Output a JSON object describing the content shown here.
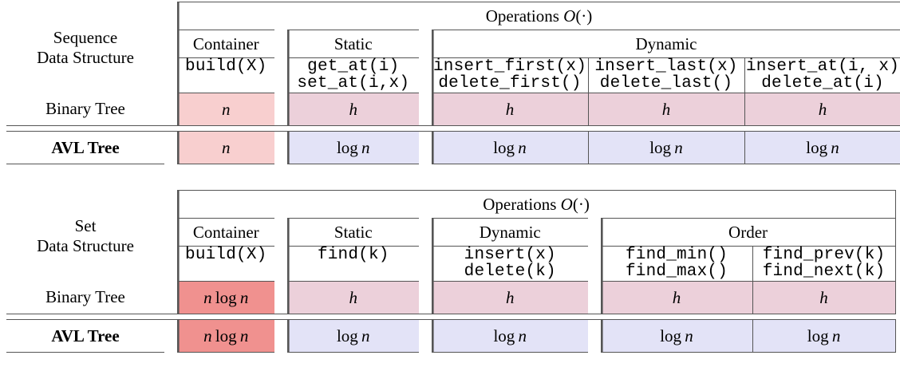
{
  "tables": [
    {
      "id": "sequence",
      "row_label_title_line1": "Sequence",
      "row_label_title_line2": "Data Structure",
      "operations_header": "Operations O(·)",
      "groups": [
        {
          "label": "Container",
          "span": 1
        },
        {
          "label": "Static",
          "span": 1
        },
        {
          "label": "Dynamic",
          "span": 3
        }
      ],
      "op_columns": [
        {
          "line1": "build(X)",
          "line2": ""
        },
        {
          "line1": "get_at(i)",
          "line2": "set_at(i,x)"
        },
        {
          "line1": "insert_first(x)",
          "line2": "delete_first()"
        },
        {
          "line1": "insert_last(x)",
          "line2": "delete_last()"
        },
        {
          "line1": "insert_at(i, x)",
          "line2": "delete_at(i)"
        }
      ],
      "rows": [
        {
          "name": "Binary Tree",
          "bold": false,
          "cells": [
            {
              "text": "n",
              "fill": "#f8cfcf",
              "style": "italic"
            },
            {
              "text": "h",
              "fill": "#ecd0da",
              "style": "italic"
            },
            {
              "text": "h",
              "fill": "#ecd0da",
              "style": "italic"
            },
            {
              "text": "h",
              "fill": "#ecd0da",
              "style": "italic"
            },
            {
              "text": "h",
              "fill": "#ecd0da",
              "style": "italic"
            }
          ]
        },
        {
          "name": "AVL Tree",
          "bold": true,
          "cells": [
            {
              "text": "n",
              "fill": "#f8cfcf",
              "style": "italic"
            },
            {
              "text": "log n",
              "fill": "#e3e3f7",
              "style": "mixed"
            },
            {
              "text": "log n",
              "fill": "#e3e3f7",
              "style": "mixed"
            },
            {
              "text": "log n",
              "fill": "#e3e3f7",
              "style": "mixed"
            },
            {
              "text": "log n",
              "fill": "#e3e3f7",
              "style": "mixed"
            }
          ]
        }
      ]
    },
    {
      "id": "set",
      "row_label_title_line1": "Set",
      "row_label_title_line2": "Data Structure",
      "operations_header": "Operations O(·)",
      "groups": [
        {
          "label": "Container",
          "span": 1
        },
        {
          "label": "Static",
          "span": 1
        },
        {
          "label": "Dynamic",
          "span": 1
        },
        {
          "label": "Order",
          "span": 2
        }
      ],
      "op_columns": [
        {
          "line1": "build(X)",
          "line2": ""
        },
        {
          "line1": "find(k)",
          "line2": ""
        },
        {
          "line1": "insert(x)",
          "line2": "delete(k)"
        },
        {
          "line1": "find_min()",
          "line2": "find_max()"
        },
        {
          "line1": "find_prev(k)",
          "line2": "find_next(k)"
        }
      ],
      "rows": [
        {
          "name": "Binary Tree",
          "bold": false,
          "cells": [
            {
              "text": "n log n",
              "fill": "#f0918f",
              "style": "mixed"
            },
            {
              "text": "h",
              "fill": "#ecd0da",
              "style": "italic"
            },
            {
              "text": "h",
              "fill": "#ecd0da",
              "style": "italic"
            },
            {
              "text": "h",
              "fill": "#ecd0da",
              "style": "italic"
            },
            {
              "text": "h",
              "fill": "#ecd0da",
              "style": "italic"
            }
          ]
        },
        {
          "name": "AVL Tree",
          "bold": true,
          "cells": [
            {
              "text": "n log n",
              "fill": "#f0918f",
              "style": "mixed"
            },
            {
              "text": "log n",
              "fill": "#e3e3f7",
              "style": "mixed"
            },
            {
              "text": "log n",
              "fill": "#e3e3f7",
              "style": "mixed"
            },
            {
              "text": "log n",
              "fill": "#e3e3f7",
              "style": "mixed"
            },
            {
              "text": "log n",
              "fill": "#e3e3f7",
              "style": "mixed"
            }
          ]
        }
      ]
    }
  ],
  "colors": {
    "fill_salmon_light": "#f8cfcf",
    "fill_mauve": "#ecd0da",
    "fill_lavender": "#e3e3f7",
    "fill_salmon_dark": "#f0918f",
    "rule": "#555555"
  }
}
